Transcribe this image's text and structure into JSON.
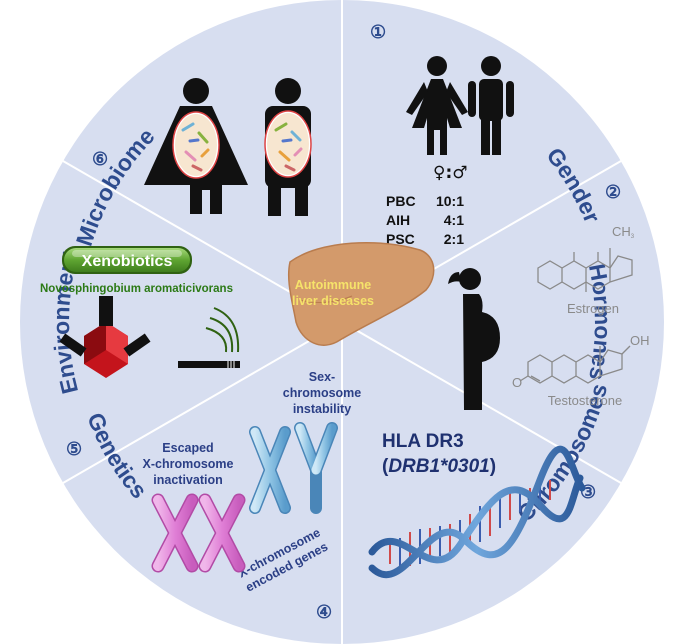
{
  "center": {
    "line1": "Autoimmune",
    "line2": "liver diseases"
  },
  "segments": {
    "gender": {
      "title": "Gender",
      "number": "①",
      "symbol": "♀:♂",
      "ratios": [
        {
          "disease": "PBC",
          "ratio": "10:1"
        },
        {
          "disease": "AIH",
          "ratio": "4:1"
        },
        {
          "disease": "PSC",
          "ratio": "2:1"
        }
      ]
    },
    "hormones": {
      "title": "Hormones",
      "number": "②",
      "molecule1": "Estrogen",
      "molecule2": "Testosterone",
      "ch3": "CH",
      "ch3sub": "3",
      "oh": "OH",
      "ketone": "O"
    },
    "genetics": {
      "title": "Genetics",
      "number": "③",
      "hla_line1": "HLA DR3",
      "hla_line2_open": "(",
      "hla_line2_allele": "DRB1*0301",
      "hla_line2_close": ")"
    },
    "chromosomes": {
      "title": "Chromosomes",
      "number": "④",
      "label_instability": [
        "Sex-",
        "chromosome",
        "instability"
      ],
      "label_escaped": [
        "Escaped",
        "X-chromosome",
        "inactivation"
      ],
      "label_encoded": [
        "X-chromosome",
        "encoded genes"
      ]
    },
    "environment": {
      "title": "Environment",
      "number": "⑤",
      "badge": "Xenobiotics",
      "organism": "Novosphingobium aromaticivorans"
    },
    "microbiome": {
      "title": "Microbiome",
      "number": "⑥"
    }
  },
  "colors": {
    "circle_fill": "#d7def0",
    "title_color": "#2e4c8e",
    "liver": "#d39a6b",
    "xeno_green": "#5fa532"
  }
}
